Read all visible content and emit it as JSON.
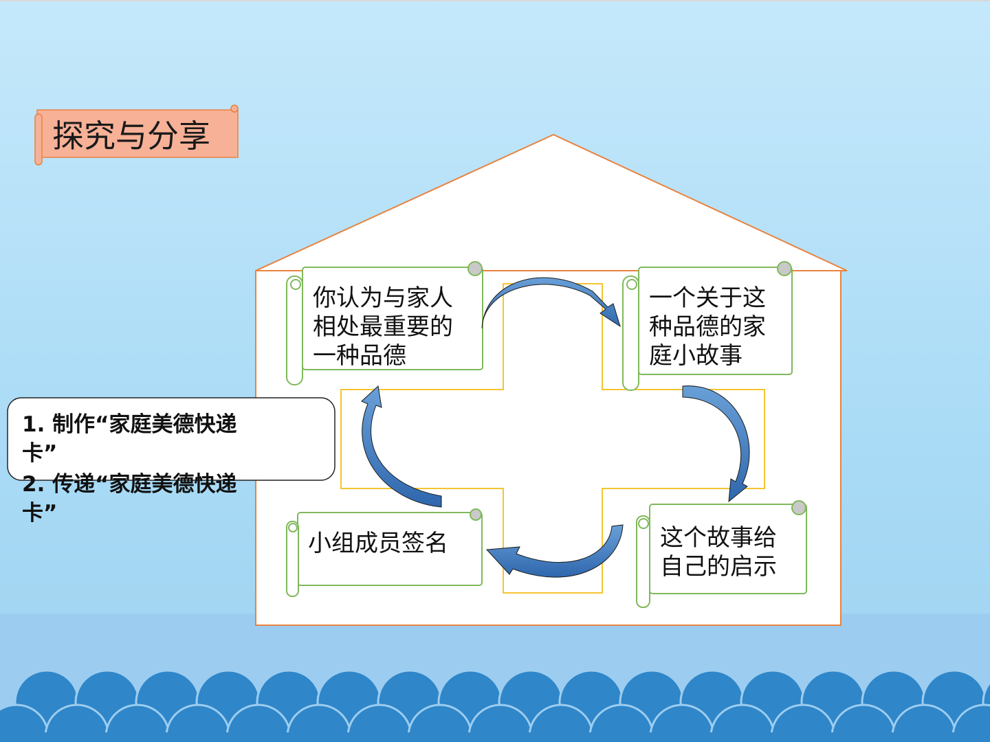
{
  "title": "探究与分享",
  "house": {
    "box_top_left": [
      "你认为与家人",
      "相处最重要的",
      "一种品德"
    ],
    "box_top_right": [
      "一个关于这",
      "种品德的家",
      "庭小故事"
    ],
    "box_bottom_right": [
      "这个故事给",
      "自己的启示"
    ],
    "box_bottom_left": [
      "小组成员签名"
    ]
  },
  "tasks": {
    "item1": {
      "line1": "1. 制作“家庭美德快递",
      "line2": "卡”"
    },
    "item2": {
      "line1": "2. 传递“家庭美德快递",
      "line2": "卡”"
    }
  },
  "colors": {
    "house_outline": "#e8823d",
    "cross_outline": "#f5c431",
    "scroll_outline": "#7fb85a",
    "arrow_fill": "#4c82c2",
    "title_fill": "#f7b197",
    "wave": "#2f86c9"
  }
}
